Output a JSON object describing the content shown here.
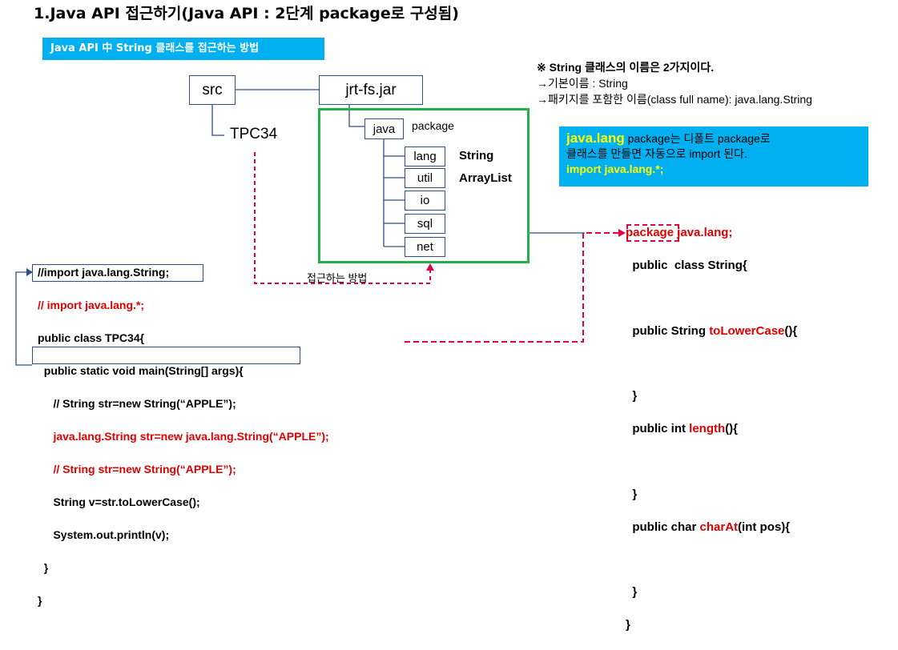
{
  "title": "1.Java API 접근하기(Java API : 2단계 package로 구성됨)",
  "banner": "Java API 中 String 클래스를 접근하는 방법",
  "tree": {
    "src": "src",
    "project": "TPC34",
    "jar": "jrt-fs.jar",
    "java": "java",
    "package_word": "package",
    "packages": [
      "lang",
      "util",
      "io",
      "sql",
      "net"
    ],
    "classes": {
      "lang": "String",
      "util": "ArrayList"
    }
  },
  "note": {
    "line1": "※ String 클래스의 이름은 2가지이다.",
    "line2": "→기본이름 : String",
    "line3": "→패키지를 포함한 이름(class full name): java.lang.String"
  },
  "callout": {
    "pkg": "java.lang",
    "line1_rest": " package는 디폴트 package로",
    "line2": "클래스를 만들면 자동으로 import 된다.",
    "line3": "import java.lang.*;"
  },
  "access_label": "접근하는 방법",
  "left_code": [
    "//import java.lang.String;",
    "// import java.lang.*;",
    "public class TPC34{",
    "  public static void main(String[] args){",
    "     // String str=new String(“APPLE”);",
    "     java.lang.String str=new java.lang.String(“APPLE”);",
    "     // String str=new String(“APPLE”);",
    "     String v=str.toLowerCase();",
    "     System.out.println(v);",
    "  }",
    "}"
  ],
  "right_code": {
    "package_line": "package java.lang;",
    "public_kw": "public",
    "class_rest": "  class String{",
    "m1_pre": "public String ",
    "m1_name": "toLowerCase",
    "m1_post": "(){",
    "m2_pre": "public int ",
    "m2_name": "length",
    "m2_post": "(){",
    "m3_pre": "public char ",
    "m3_name": "charAt",
    "m3_post": "(int pos){",
    "close": "}"
  },
  "colors": {
    "banner": "#00b0f0",
    "frame": "#22b04c",
    "box_border": "#2f4f86",
    "accent_red": "#e00000",
    "dashed": "#e0004c",
    "highlight_text": "#ffff00"
  }
}
